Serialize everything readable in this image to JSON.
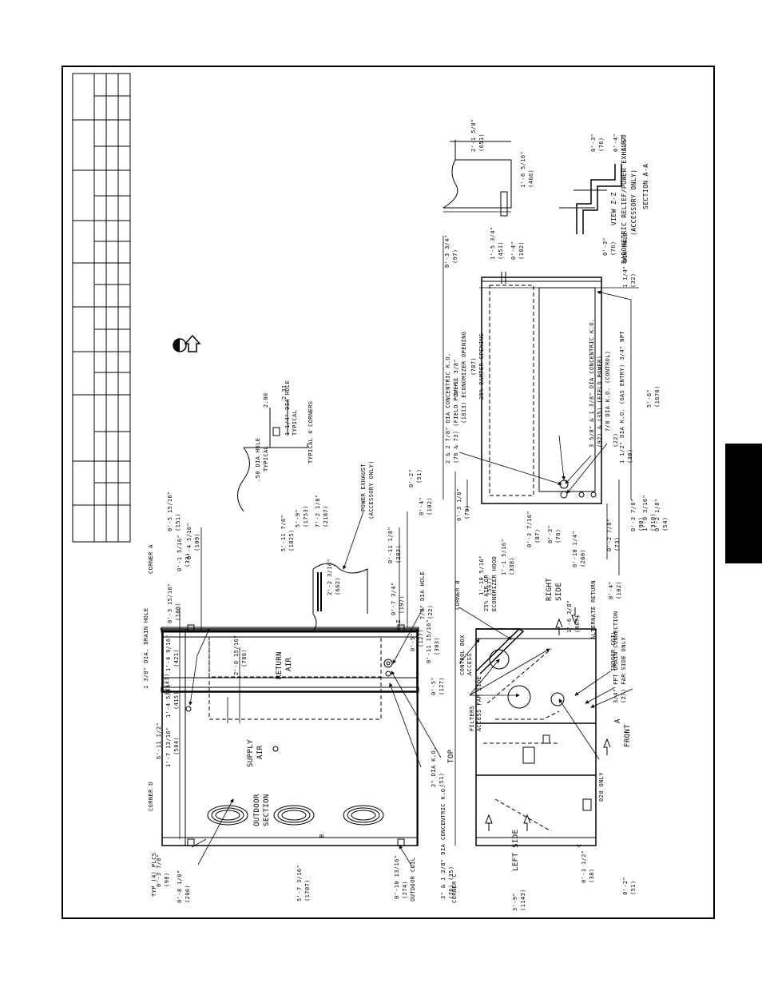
{
  "labels": {
    "corner_a": "CORNER A",
    "corner_b": "CORNER B",
    "corner_c": "CORNER C",
    "corner_d": "CORNER D",
    "drain_hole": "1 3/8\" DIA. DRAIN HOLE",
    "typ_4_plcs": "TYP (4) PLCS",
    "outdoor_coil": "OUTDOOR COIL",
    "outdoor_section": "OUTDOOR",
    "outdoor_section_2": "SECTION",
    "supply_air": "SUPPLY",
    "supply_air_2": "AIR",
    "return_air": "RETURN",
    "return_air_2": "AIR",
    "power_exhaust": "POWER EXHAUST",
    "accessory_only": "(ACCESSORY ONLY)",
    "dia_hole_50": ".50 DIA HOLE",
    "typical": "TYPICAL",
    "dia_hole_1_1_4": "1 1/4\" DIA HOLE",
    "typical_4_corners": "TYPICAL 4 CORNERS",
    "dim_2_00": "2.00",
    "dim_2_31": "2.31",
    "top": "TOP",
    "left_side": "LEFT SIDE",
    "right_side": "RIGHT",
    "right_side_2": "SIDE",
    "front": "FRONT",
    "control_box_access": "CONTROL BOX",
    "control_box_access_2": "ACCESS",
    "filters_access": "FILTERS",
    "filters_access_2": "ACCESS FAR SIDE",
    "indoor_coil": "INDOOR COIL",
    "alternate_return": "ALTERNATE RETURN",
    "drain_connection": "3/4\" FPT DRAIN CONNECTION",
    "drain_connection_2": "(27) FAR SIDE ONLY",
    "only_020": "020 ONLY",
    "economizer_hood": "25% AIR OR",
    "economizer_hood_2": "ECONOMIZER HOOD",
    "dia_ko_2": "2\" DIA K.O.",
    "dia_ko_2_mm": "(51)",
    "concentric_ko": "3\" & 1 3/8\" DIA CONCENTRIC K.O.",
    "concentric_ko_mm": "(76)       (35)",
    "dia_hole_7_8": "7/8\" DIA HOLE",
    "dia_hole_7_8_mm": "(22)",
    "view_zz": "VIEW Z-Z",
    "baro_relief": "BAROMETRIC RELIEF/POWER EXHAUST",
    "baro_relief_2": "(ACCESSORY ONLY)",
    "section_aa": "SECTION A-A",
    "dia_hole_1_1_4_b": "1 1/4\" DIA HOLE",
    "dia_hole_1_1_4_b_mm": "(32)",
    "ko_2_1_2": "2 & 2 7/8\" DIA CONCENTRIC K.O.",
    "ko_2_1_2_b": "(76 & 73) (FIELD POWER)",
    "economizer_opening": "5'-11 3/8\"",
    "economizer_opening_2": "(1813) ECONOMIZER OPENING",
    "damper_opening": "(787)",
    "damper_opening_2": "25% DAMPER OPENING",
    "ko_3_5_8": "3 5/8\" & 1 3/8\" DIA CONCENTRIC K.O.",
    "ko_3_5_8_b": "(92) & (35) (FIELD POWER)",
    "ko_7_8": "7/8 DIA K.O. (CONTROL)",
    "ko_7_8_mm": "(22)",
    "gas_entry": "1 1/2\" DIA K.O. (GAS ENTRY) 3/4\" NPT",
    "gas_entry_mm": "(38)",
    "section_a_mark": "A",
    "z_mark": "Z",
    "b_mark": "B",
    "c_mark": "C"
  },
  "dims": {
    "d_0_3_7_8": "0'-3 7/8\"",
    "d_0_3_7_8_mm": "(98)",
    "d_0_8_1_8": "0'-8 1/8\"",
    "d_0_8_1_8_mm": "(206)",
    "d_5_7_3_16": "5'-7 3/16\"",
    "d_5_7_3_16_mm": "(1707)",
    "d_0_10_13_16": "0'-10 13/16\"",
    "d_0_10_13_16_mm": "(274)",
    "d_6_11_1_2": "6'-11 1/2\"",
    "d_6_11_1_2_mm": "(2121)",
    "d_1_7_13_16": "1'-7 13/16\"",
    "d_1_7_13_16_mm": "(504)",
    "d_1_4_5_16": "1'-4 5/16\"",
    "d_1_4_5_16_mm": "(415)",
    "d_1_4_9_16": "1'-4 9/16\"",
    "d_1_4_9_16_mm": "(421)",
    "d_2_6_15_16": "2'-6 15/16\"",
    "d_2_6_15_16_mm": "(786)",
    "d_0_3_15_16": "0'-3 15/16\"",
    "d_0_3_15_16_mm": "(100)",
    "d_0_1_5_16": "0'-1 5/16\"",
    "d_0_1_5_16_mm": "(33)",
    "d_0_4_5_16": "0'-4 5/16\"",
    "d_0_4_5_16_mm": "(109)",
    "d_0_5_15_16": "0'-5 15/16\"",
    "d_0_5_15_16_mm": "(151)",
    "d_5_11_7_8": "5'-11 7/8\"",
    "d_5_11_7_8_mm": "(1825)",
    "d_5_9": "5'-9\"",
    "d_5_9_mm": "(1753)",
    "d_7_2_1_8": "7'-2 1/8\"",
    "d_7_2_1_8_mm": "(2187)",
    "d_2_2_3_16": "2'-2 3/16\"",
    "d_2_2_3_16_mm": "(662)",
    "d_0_11_1_8": "0'-11 1/8\"",
    "d_0_11_1_8_mm": "(283)",
    "d_0_7_3_4": "0'-7 3/4\"",
    "d_0_7_3_4_mm": "(197)",
    "d_0_5": "0'-5\"",
    "d_0_5_mm": "(127)",
    "d_0_11_15_16": "0'-11 15/16\"",
    "d_0_11_15_16_mm": "(303)",
    "d_0_5_b": "0'-5\"",
    "d_0_5_b_mm": "(127)",
    "d_3_9": "3'-9\"",
    "d_3_9_mm": "(1143)",
    "d_0_1_1_2": "0'-1 1/2\"",
    "d_0_1_1_2_mm": "(38)",
    "d_0_2": "0'-2\"",
    "d_0_2_mm": "(51)",
    "d_1_6_3_8": "1'-6 3/8\"",
    "d_1_6_3_8_mm": "(467)",
    "d_1_10_5_16": "1'-10 5/16\"",
    "d_1_10_5_16_mm": "(567)",
    "d_1_1_5_16": "1'-1 5/16\"",
    "d_1_1_5_16_mm": "(338)",
    "d_0_3_7_16": "0'-3 7/16\"",
    "d_0_3_7_16_mm": "(87)",
    "d_0_3": "0'-3\"",
    "d_0_3_mm": "(76)",
    "d_0_10_1_4": "0'-10 1/4\"",
    "d_0_10_1_4_mm": "(260)",
    "d_0_4": "0'-4\"",
    "d_0_4_mm": "(102)",
    "d_0_2_7_8": "0'-2 7/8\"",
    "d_0_2_7_8_mm": "(73)",
    "d_0_3_7_8_b": "0'-3 7/8\"",
    "d_0_3_7_8_b_mm": "(98)",
    "d_1_0_3_16": "1'-0 3/16\"",
    "d_1_0_3_16_mm": "(310)",
    "d_0_2_1_8": "0'-2 1/8\"",
    "d_0_2_1_8_mm": "(54)",
    "d_0_3_1_8": "0'-3 1/8\"",
    "d_0_3_1_8_mm": "(79)",
    "d_0_4_b": "0'-4\"",
    "d_0_4_b_mm": "(102)",
    "d_0_2_b": "0'-2\"",
    "d_0_2_b_mm": "(51)",
    "d_5_6": "5'-6\"",
    "d_5_6_mm": "(1676)",
    "d_0_3_3_4": "0'-3 3/4\"",
    "d_0_3_3_4_mm": "(97)",
    "d_1_5_3_4": "1'-5 3/4\"",
    "d_1_5_3_4_mm": "(451)",
    "d_0_4_c": "0'-4\"",
    "d_0_4_c_mm": "(102)",
    "d_2_1_5_8": "2'-1 5/8\"",
    "d_2_1_5_8_mm": "(651)",
    "d_1_6_5_16": "1'-6 5/16\"",
    "d_1_6_5_16_mm": "(466)",
    "d_0_3_b": "0'-3\"",
    "d_0_3_b_mm": "(76)",
    "d_0_4_d": "0'-4\"",
    "d_0_4_d_mm": "(102)",
    "d_0_3_c": "0'-3\"",
    "d_0_3_c_mm": "(76)"
  }
}
